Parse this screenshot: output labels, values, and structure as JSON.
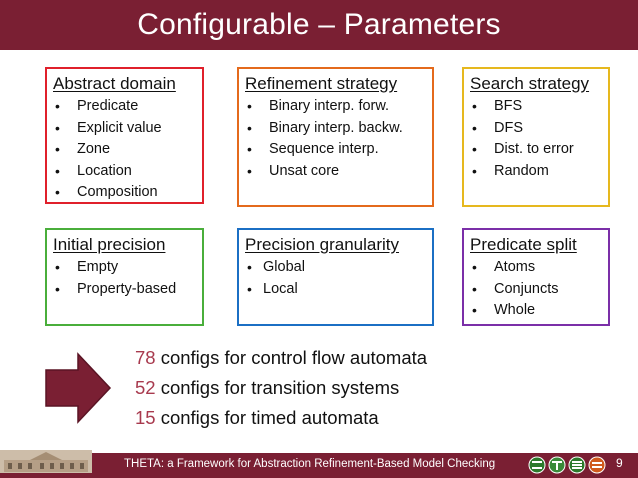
{
  "title": "Configurable – Parameters",
  "colors": {
    "header_bg": "#7a1f33",
    "abstract_domain": "#e0202b",
    "refinement_strategy": "#e46a1c",
    "search_strategy": "#e6b81e",
    "initial_precision": "#4aae3b",
    "precision_granularity": "#1b6fc4",
    "predicate_split": "#7b2fa8",
    "config_number": "#a83a4e"
  },
  "boxes": {
    "abstract_domain": {
      "title": "Abstract domain",
      "items": [
        "Predicate",
        "Explicit value",
        "Zone",
        "Location",
        "Composition"
      ]
    },
    "refinement_strategy": {
      "title": "Refinement strategy",
      "items": [
        "Binary interp. forw.",
        "Binary interp. backw.",
        "Sequence interp.",
        "Unsat core"
      ]
    },
    "search_strategy": {
      "title": "Search strategy",
      "items": [
        "BFS",
        "DFS",
        "Dist. to error",
        "Random"
      ]
    },
    "initial_precision": {
      "title": "Initial precision",
      "items": [
        "Empty",
        "Property-based"
      ]
    },
    "precision_granularity": {
      "title": "Precision granularity",
      "items": [
        "Global",
        "Local"
      ]
    },
    "predicate_split": {
      "title": "Predicate split",
      "items": [
        "Atoms",
        "Conjuncts",
        "Whole"
      ]
    }
  },
  "configs": [
    {
      "count": "78",
      "label": "configs for control flow automata"
    },
    {
      "count": "52",
      "label": "configs for transition systems"
    },
    {
      "count": "15",
      "label": "configs for timed automata"
    }
  ],
  "footer": {
    "text": "THETA: a Framework for Abstraction Refinement-Based Model Checking",
    "page_number": "9",
    "icons": [
      "theta-logo-icon-1",
      "theta-logo-icon-2",
      "theta-logo-icon-3",
      "theta-logo-icon-4"
    ]
  }
}
